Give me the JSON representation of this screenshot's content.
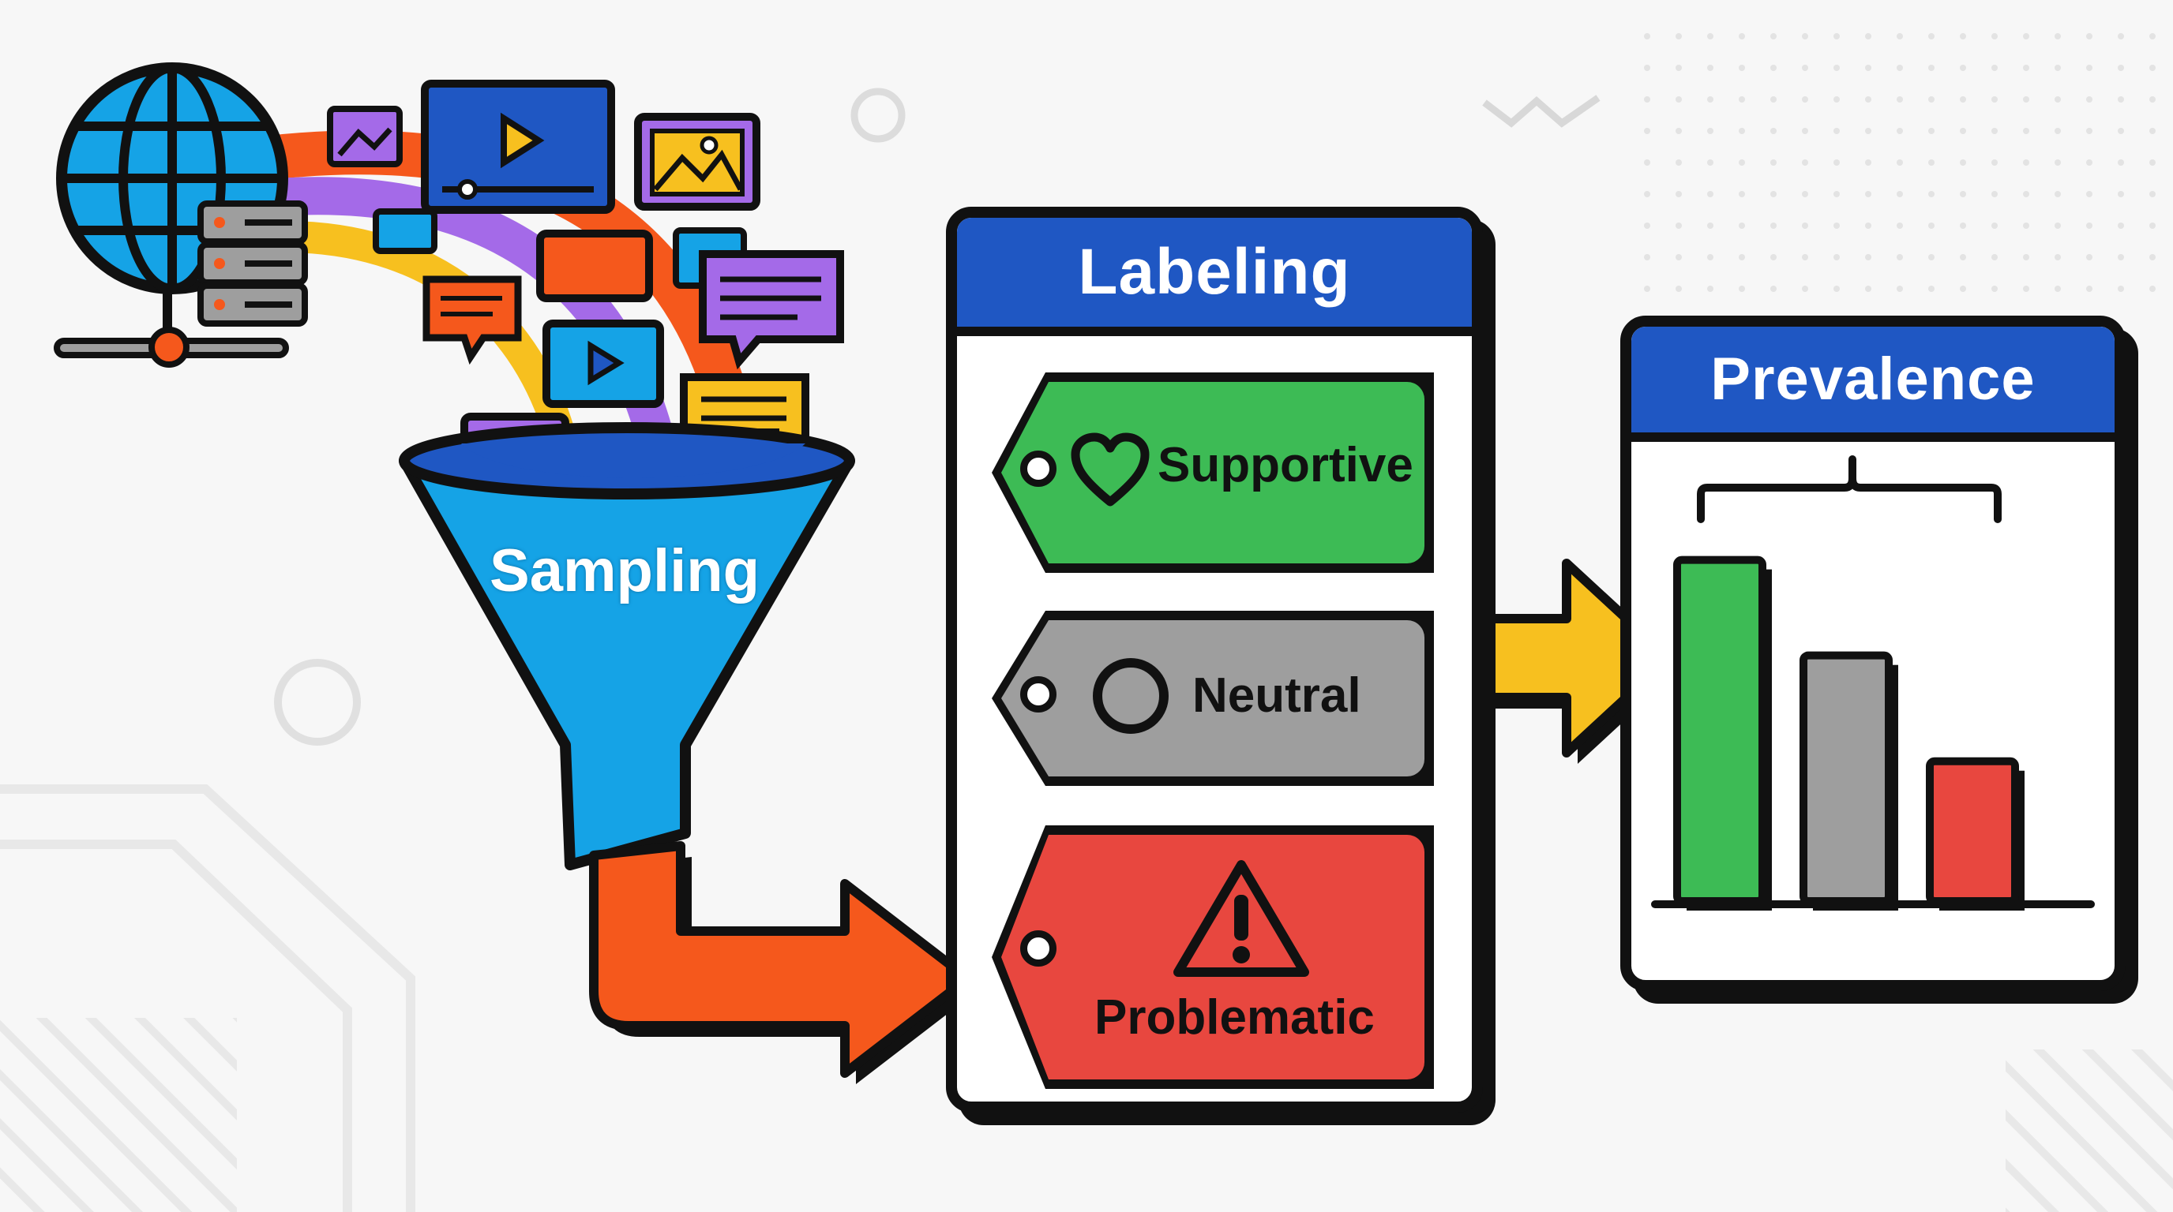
{
  "stages": {
    "sampling": {
      "label": "Sampling"
    },
    "labeling": {
      "title": "Labeling"
    },
    "prevalence": {
      "title": "Prevalence"
    }
  },
  "tags": [
    {
      "id": "supportive",
      "label": "Supportive",
      "icon": "heart-icon",
      "color": "#3dbb55"
    },
    {
      "id": "neutral",
      "label": "Neutral",
      "icon": "circle-icon",
      "color": "#9e9e9e"
    },
    {
      "id": "problematic",
      "label": "Problematic",
      "icon": "warning-icon",
      "color": "#e8473f"
    }
  ],
  "chart_data": {
    "type": "bar",
    "categories": [
      "",
      "",
      ""
    ],
    "values": [
      10,
      7.2,
      4.1
    ],
    "colors": [
      "#3dbb55",
      "#9e9e9e",
      "#e8473f"
    ],
    "ylim": [
      0,
      10.5
    ],
    "grid": false,
    "legend": "none",
    "title": "",
    "xlabel": "",
    "ylabel": ""
  },
  "colors": {
    "accent_blue": "#1f57c3",
    "funnel_blue": "#15a3e6",
    "arrow_orange": "#f5581c",
    "arrow_yellow": "#f7c01f",
    "purple": "#a46ae8"
  }
}
